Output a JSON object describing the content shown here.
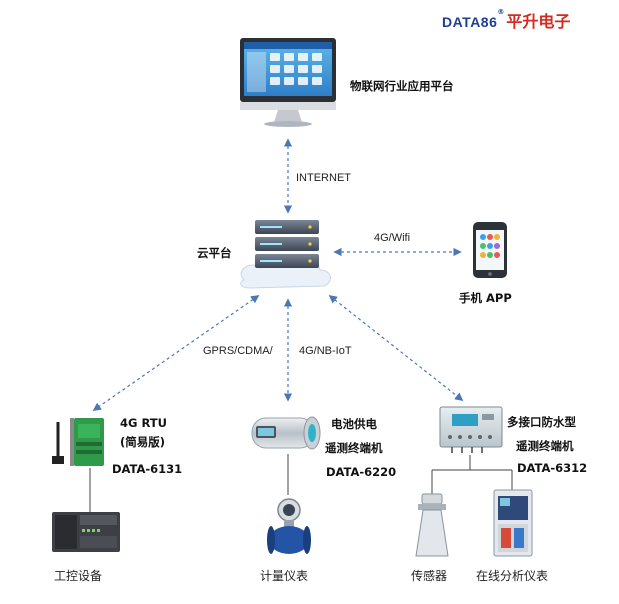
{
  "brand": {
    "latin": "DATA86",
    "reg": "®",
    "cn": "平升电子"
  },
  "platform": {
    "label": "物联网行业应用平台"
  },
  "links": {
    "internet": "INTERNET",
    "wifi": "4G/Wifi",
    "gprs": "GPRS/CDMA/",
    "nbiot": "4G/NB-IoT"
  },
  "cloud": {
    "label": "云平台"
  },
  "app": {
    "label": "手机 APP"
  },
  "rtu": {
    "line1": "4G RTU",
    "line2": "(简易版)",
    "model": "DATA-6131"
  },
  "meter_terminal": {
    "line1": "电池供电",
    "line2": "遥测终端机",
    "model": "DATA-6220"
  },
  "multi_terminal": {
    "line1": "多接口防水型",
    "line2": "遥测终端机",
    "model": "DATA-6312"
  },
  "devices": {
    "plc": "工控设备",
    "meter": "计量仪表",
    "sensor": "传感器",
    "analyzer": "在线分析仪表"
  },
  "colors": {
    "arrow": "#4a77b6",
    "line": "#444444",
    "brand_blue": "#1f3f8f",
    "brand_red": "#d42a1f"
  }
}
